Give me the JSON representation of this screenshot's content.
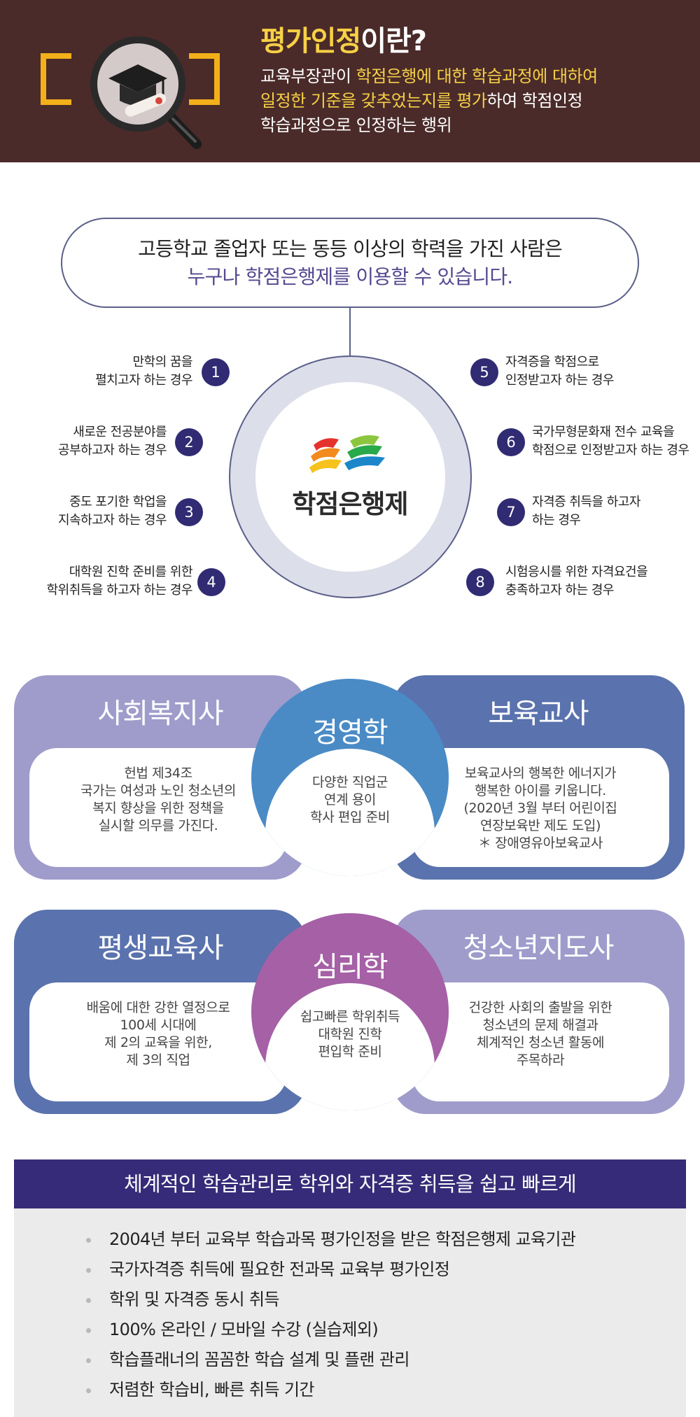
{
  "header": {
    "title_highlight": "평가인정",
    "title_rest": "이란?",
    "desc": {
      "line1_a": "교육부장관이 ",
      "line1_hl": "학점은행에 대한 학습과정에 대하여",
      "line2_hl": "일정한 기준을 갖추었는지를 평가",
      "line2_b": "하여 학점인정",
      "line3": "학습과정으로 인정하는 행위"
    }
  },
  "intro": {
    "line1": "고등학교 졸업자 또는 동등 이상의 학력을  가진 사람은",
    "line2": "누구나 학점은행제를 이용할 수 있습니다."
  },
  "center": {
    "name": "학점은행제"
  },
  "cases": [
    {
      "num": "1",
      "line1": "만학의 꿈을",
      "line2": "펼치고자 하는 경우"
    },
    {
      "num": "2",
      "line1": "새로운 전공분야를",
      "line2": "공부하고자 하는 경우"
    },
    {
      "num": "3",
      "line1": "중도 포기한 학업을",
      "line2": "지속하고자 하는 경우"
    },
    {
      "num": "4",
      "line1": "대학원 진학 준비를 위한",
      "line2": "학위취득을 하고자 하는 경우"
    },
    {
      "num": "5",
      "line1": "자격증을 학점으로",
      "line2": "인정받고자 하는 경우"
    },
    {
      "num": "6",
      "line1": "국가무형문화재 전수 교육을",
      "line2": "학점으로 인정받고자 하는 경우"
    },
    {
      "num": "7",
      "line1": "자격증 취득을 하고자",
      "line2": "하는 경우"
    },
    {
      "num": "8",
      "line1": "시험응시를 위한 자격요건을",
      "line2": "충족하고자 하는 경우"
    }
  ],
  "group1": {
    "left": {
      "title": "사회복지사",
      "lines": [
        "헌법 제34조",
        "국가는 여성과 노인 청소년의",
        "복지 향상을 위한 정책을",
        "실시할 의무를 가진다."
      ]
    },
    "center": {
      "title": "경영학",
      "lines": [
        "다양한 직업군",
        "연계 용이",
        "학사 편입 준비"
      ]
    },
    "right": {
      "title": "보육교사",
      "lines": [
        "보육교사의 행복한 에너지가",
        "행복한 아이를 키웁니다.",
        "(2020년 3월 부터 어린이집",
        "연장보육반 제도 도입)",
        "＊ 장애영유아보육교사"
      ]
    },
    "colors": {
      "left": "#9f9ccb",
      "center": "#4a8bc6",
      "right": "#5a72ad"
    }
  },
  "group2": {
    "left": {
      "title": "평생교육사",
      "lines": [
        "배움에 대한 강한 열정으로",
        "100세 시대에",
        "제 2의 교육을 위한,",
        "제 3의 직업"
      ]
    },
    "center": {
      "title": "심리학",
      "lines": [
        "쉽고빠른 학위취득",
        "대학원 진학",
        "편입학 준비"
      ]
    },
    "right": {
      "title": "청소년지도사",
      "lines": [
        "건강한 사회의 출발을 위한",
        "청소년의 문제 해결과",
        "체계적인 청소년 활동에",
        "주목하라"
      ]
    },
    "colors": {
      "left": "#5a72ad",
      "center": "#a560a6",
      "right": "#9f9ccb"
    }
  },
  "benefits": {
    "heading": "체계적인 학습관리로 학위와 자격증 취득을  쉽고 빠르게",
    "items": [
      "2004년 부터 교육부 학습과목 평가인정을 받은 학점은행제 교육기관",
      "국가자격증 취득에 필요한 전과목 교육부 평가인정",
      "학위 및 자격증 동시 취득",
      "100% 온라인 / 모바일 수강 (실습제외)",
      "학습플래너의 꼼꼼한 학습 설계 및 플랜 관리",
      "저렴한 학습비, 빠른 취득 기간"
    ]
  },
  "icons": {
    "header": "magnifier-graduation-icon",
    "center": "credit-bank-logo-icon"
  }
}
